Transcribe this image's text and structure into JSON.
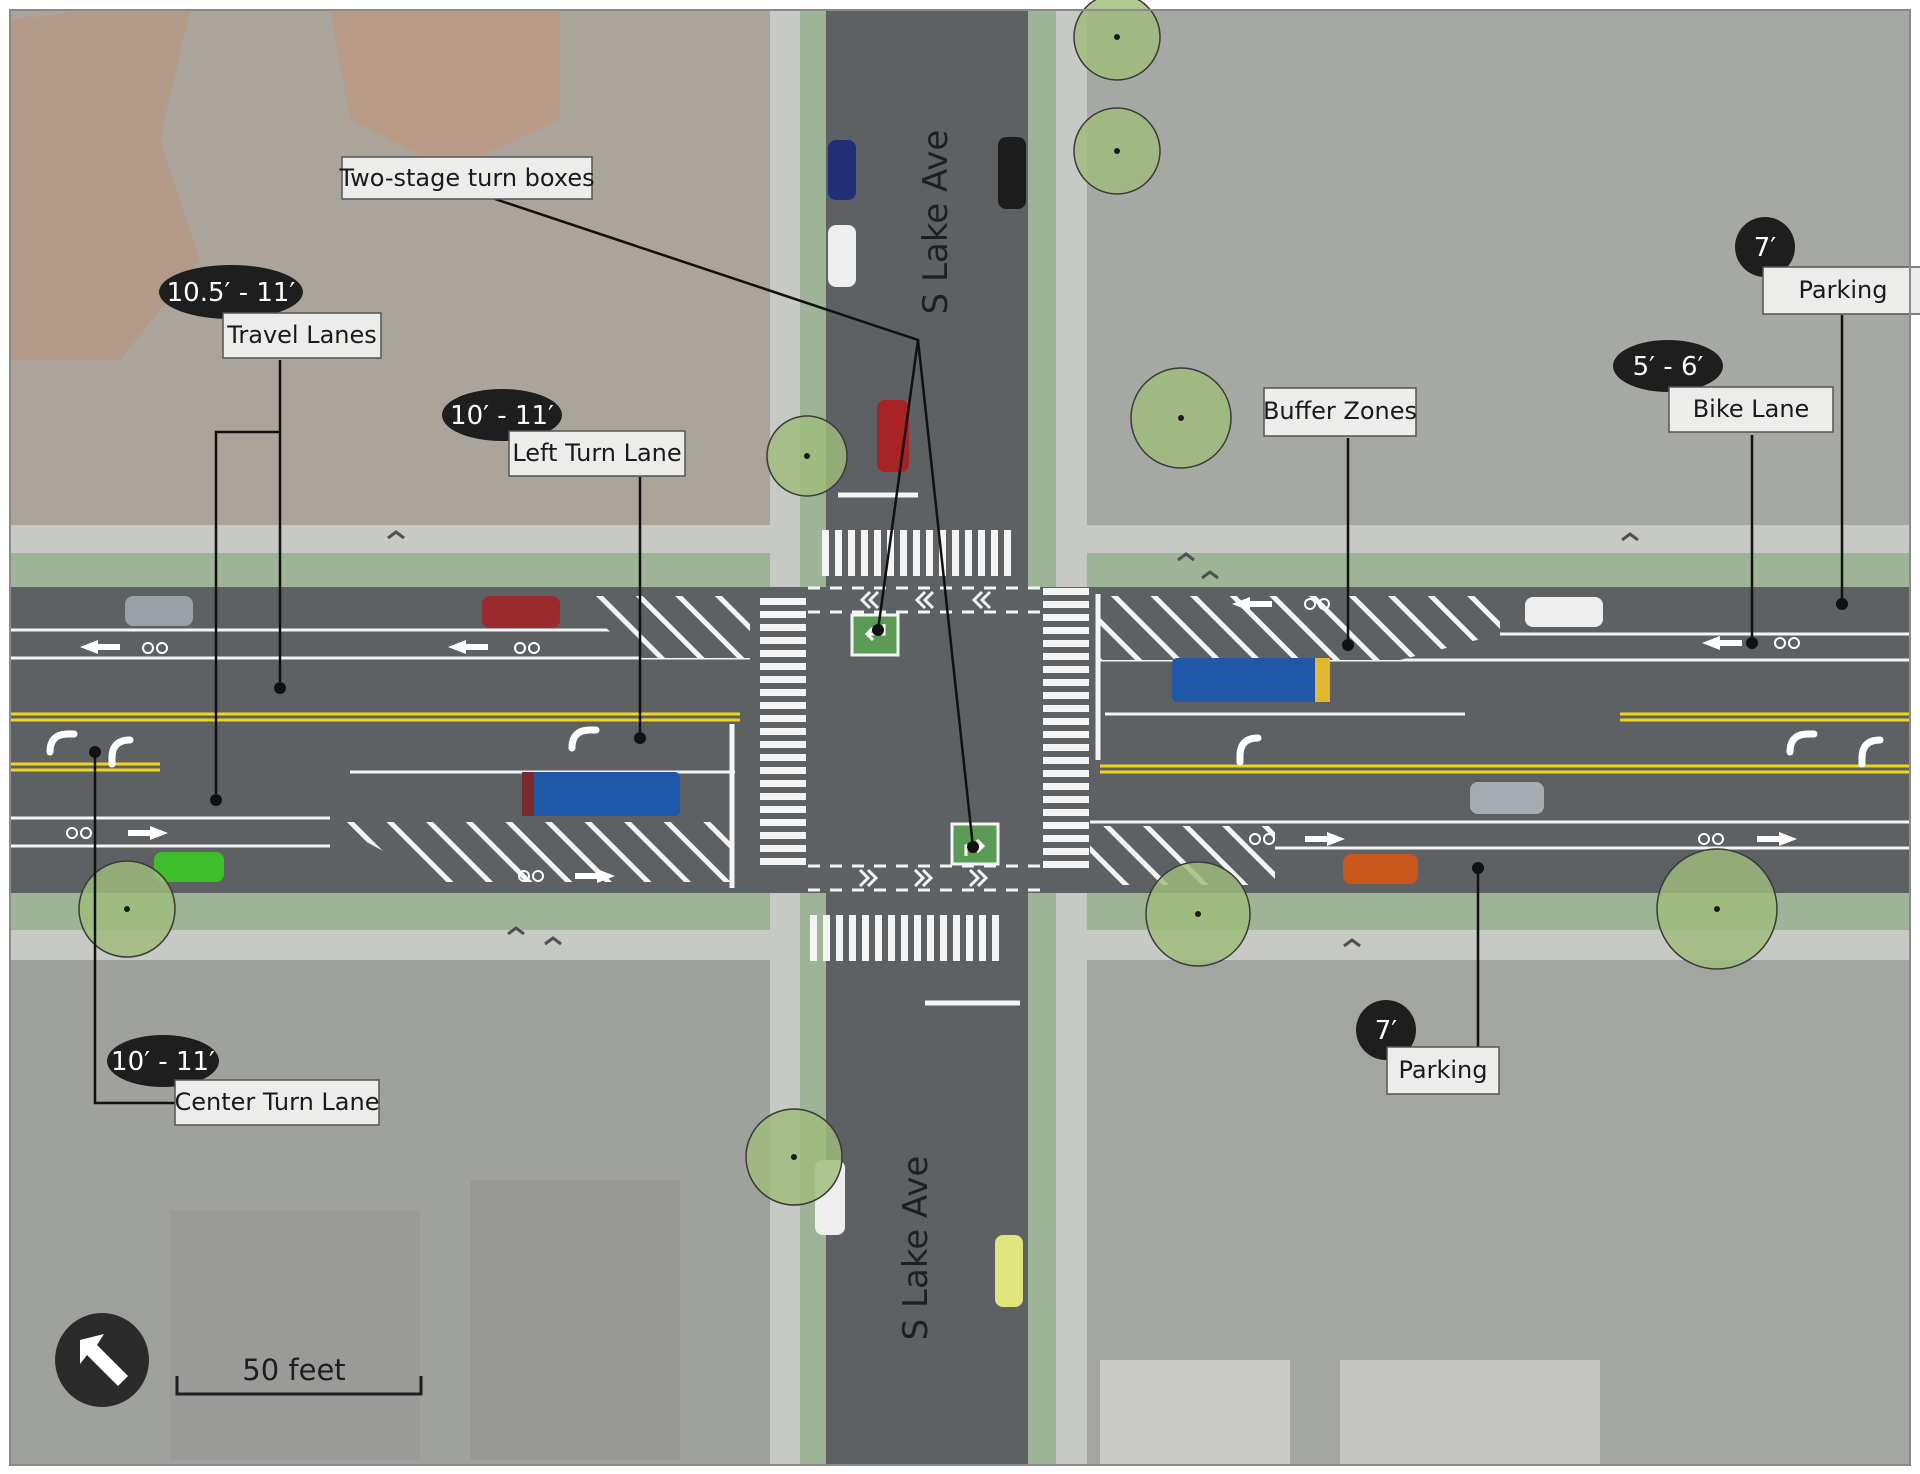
{
  "streets": {
    "north_name": "S Lake Ave",
    "south_name": "S Lake Ave"
  },
  "labels": {
    "two_stage": "Two-stage turn boxes",
    "travel_lanes": "Travel Lanes",
    "left_turn_lane": "Left Turn Lane",
    "center_turn_lane": "Center Turn Lane",
    "buffer_zones": "Buffer Zones",
    "parking_north": "Parking",
    "bike_lane": "Bike Lane",
    "parking_south": "Parking"
  },
  "dimensions": {
    "travel_lanes": "10.5′ - 11′",
    "left_turn_lane": "10′ - 11′",
    "center_turn_lane": "10′ - 11′",
    "parking_north": "7′",
    "bike_lane": "5′ - 6′",
    "parking_south": "7′"
  },
  "scale_bar": {
    "label": "50 feet"
  },
  "icons": {
    "north_arrow": "north-arrow-icon",
    "bike": "bike-symbol-icon",
    "turn": "turn-arrow-icon",
    "bird": "bird-icon"
  },
  "colors": {
    "road": "#5e6163",
    "sidewalk": "#c6c8c4",
    "planting_strip": "#9fb79a",
    "aerial_background": "#a8aaa5",
    "centerline": "#f1d21d",
    "turn_box": "#5b9b56",
    "label_bubble": "#1e1e1e",
    "bus": "#1f58a8"
  }
}
